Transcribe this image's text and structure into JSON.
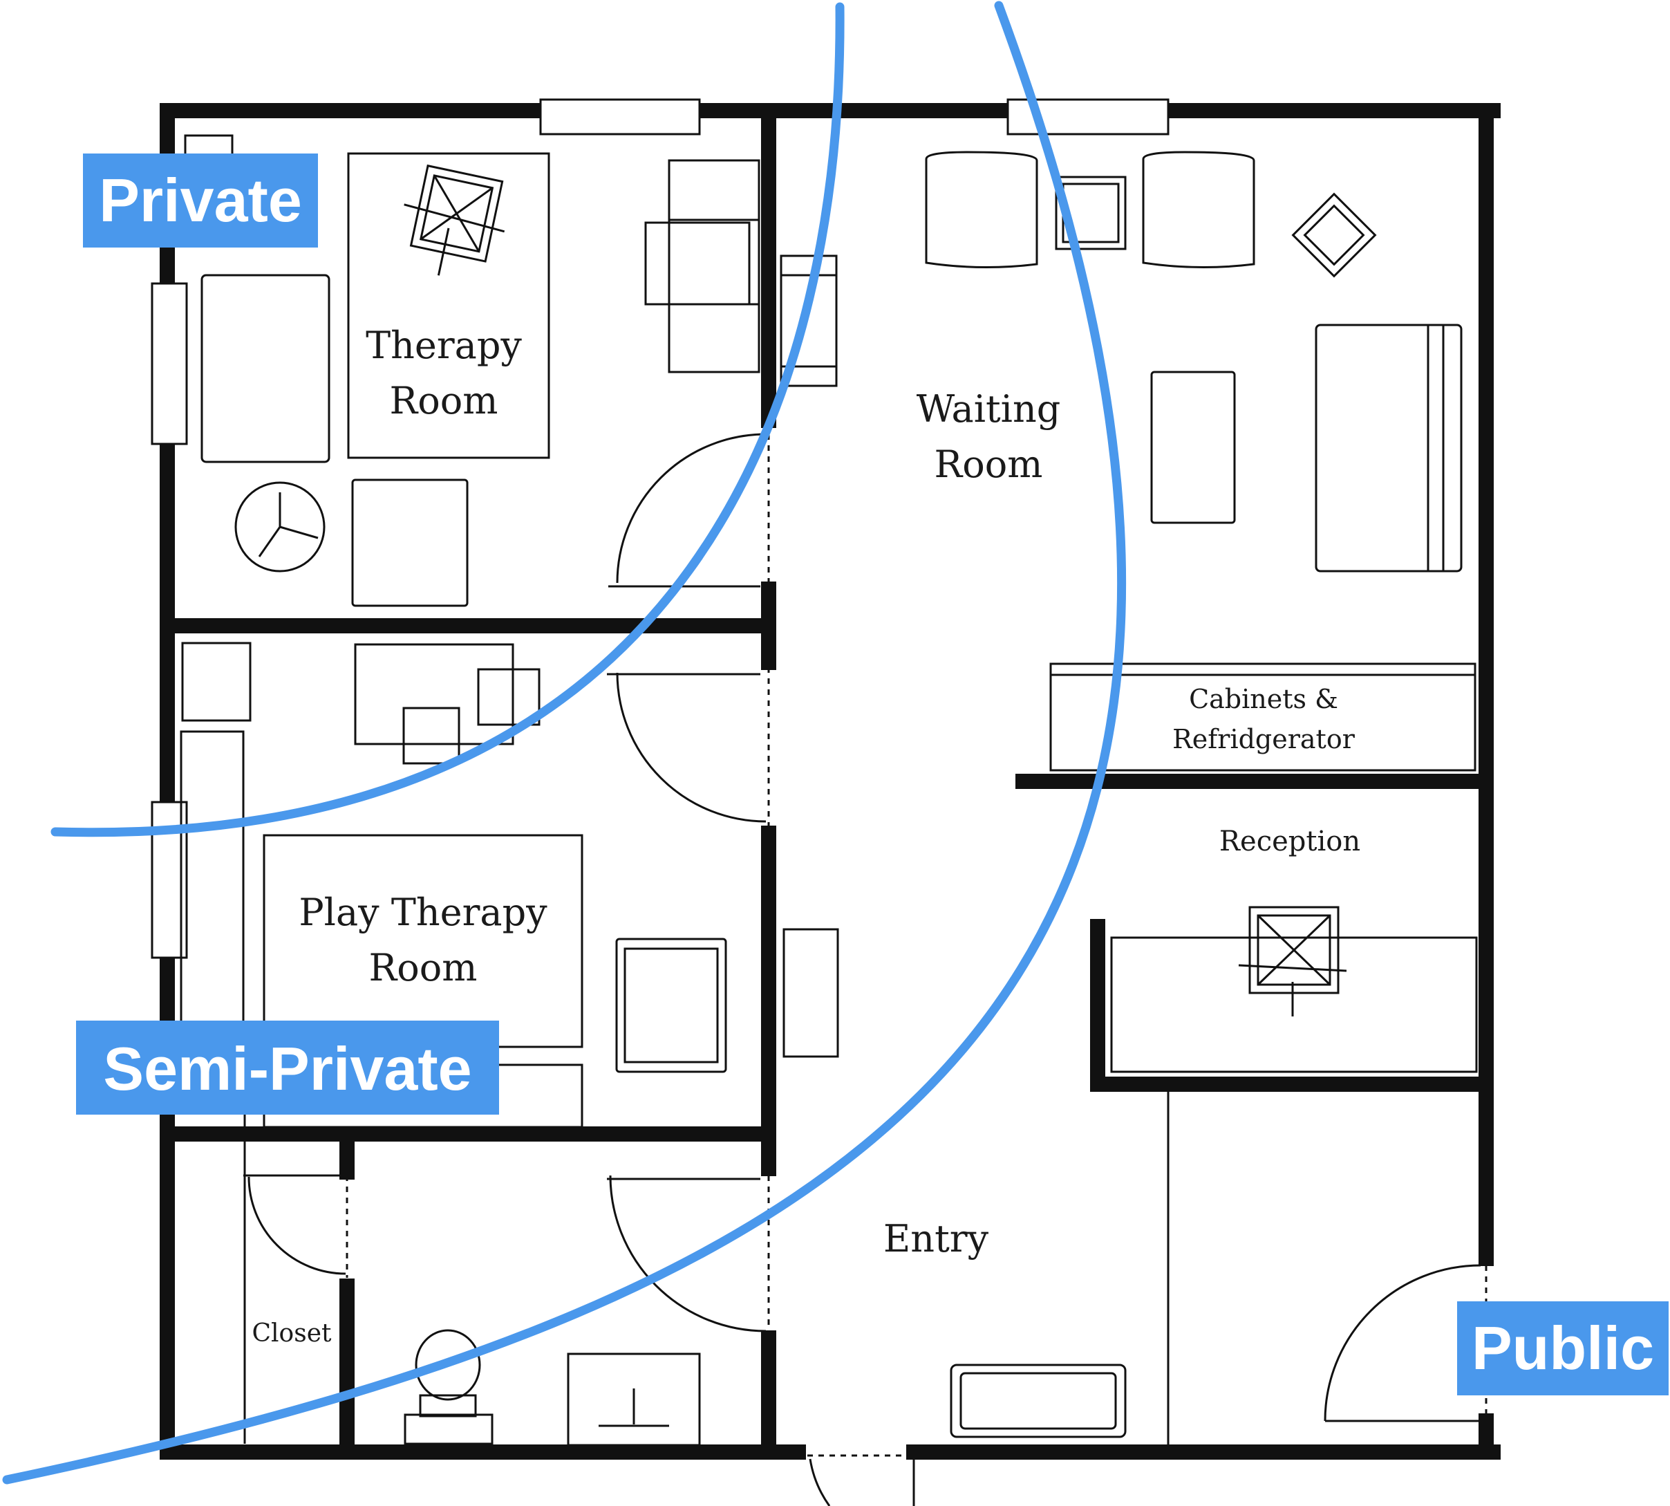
{
  "rooms": {
    "therapy_room": [
      "Therapy",
      "Room"
    ],
    "waiting_room": [
      "Waiting",
      "Room"
    ],
    "play_therapy_room": [
      "Play Therapy",
      "Room"
    ],
    "cabinets": [
      "Cabinets &",
      "Refridgerator"
    ],
    "reception": "Reception",
    "entry": "Entry",
    "closet": "Closet"
  },
  "zones": {
    "private": "Private",
    "semi_private": "Semi-Private",
    "public": "Public"
  },
  "colors": {
    "zone_curve": "#4a98ec",
    "zone_label_bg": "#4a98ec",
    "wall": "#111111"
  }
}
